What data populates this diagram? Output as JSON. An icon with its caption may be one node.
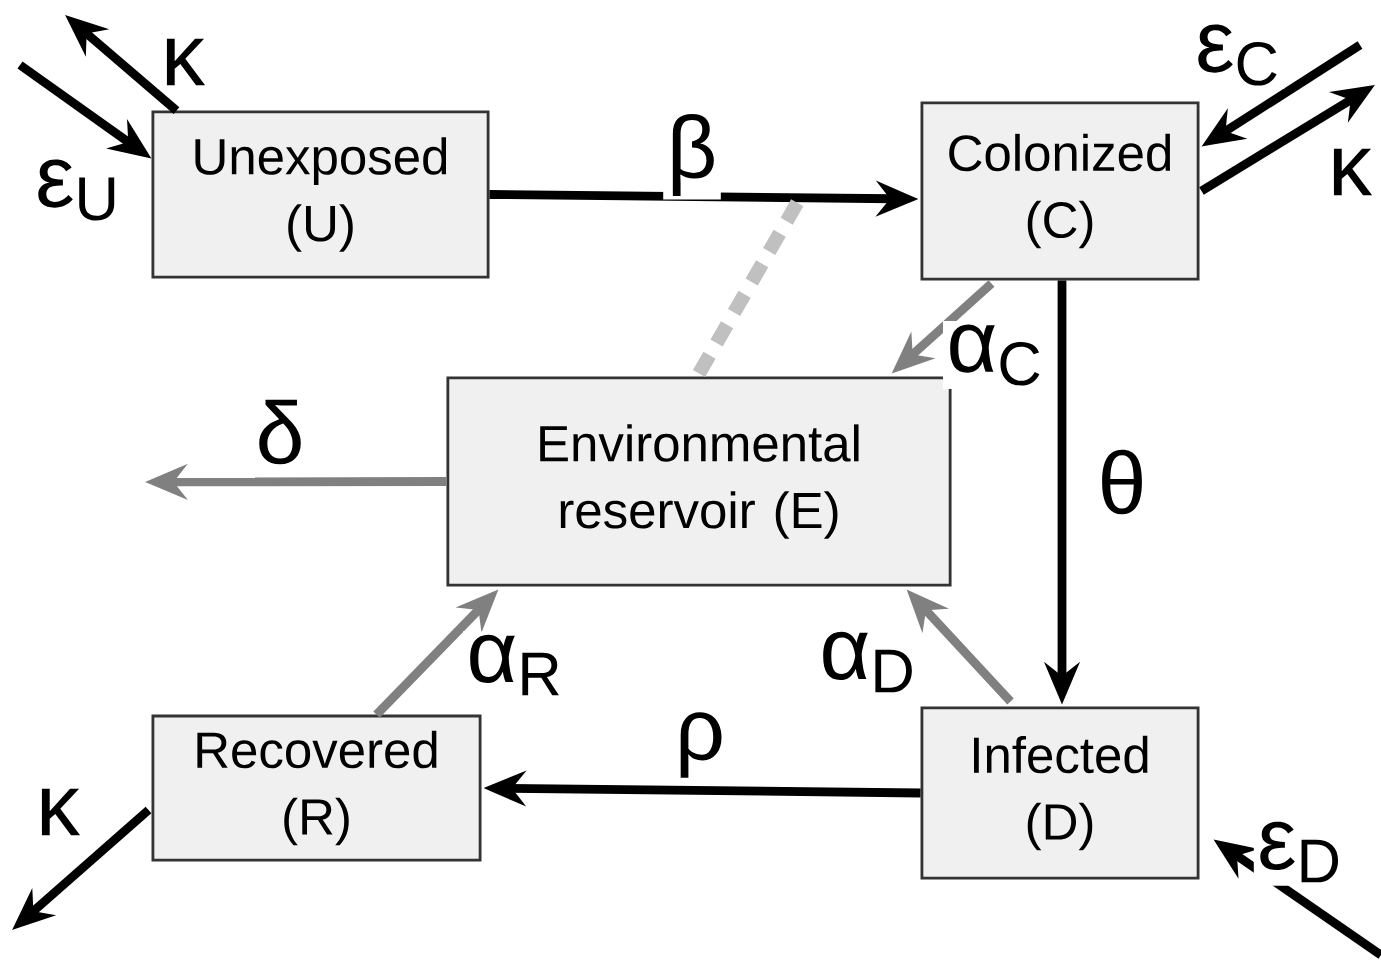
{
  "diagram": {
    "nodes": [
      {
        "text": [
          "Unexposed (U)"
        ]
      },
      {
        "text": [
          "Colonized (C)"
        ]
      },
      {
        "text": [
          "Environmental reservoir (E)"
        ]
      },
      {
        "text": [
          "Recovered (R)"
        ]
      },
      {
        "text": [
          "Infected (D)"
        ]
      }
    ],
    "edges": [
      {
        "from": null,
        "to": 0,
        "arrow": "to",
        "label": "ε$_{U}$"
      },
      {
        "from": 0,
        "to": null,
        "arrow": "to",
        "label": "κ"
      },
      {
        "from": 0,
        "to": 1,
        "arrow": "to",
        "label": "β"
      },
      {
        "from": 2,
        "to": null,
        "arrow": "none",
        "style": "dashed",
        "color": "#c0c0c0"
      },
      {
        "from": null,
        "to": 1,
        "arrow": "to",
        "label": "ε$_{C}$"
      },
      {
        "from": 1,
        "to": null,
        "arrow": "to",
        "label": "κ"
      },
      {
        "from": 1,
        "to": 2,
        "arrow": "to",
        "label": "α$_{C}$",
        "color": "#808080"
      },
      {
        "from": 1,
        "to": 4,
        "arrow": "to",
        "label": "θ"
      },
      {
        "from": 2,
        "to": null,
        "arrow": "to",
        "label": "δ",
        "color": "#808080"
      },
      {
        "from": 4,
        "to": 2,
        "arrow": "to",
        "label": "α$_{D}$",
        "color": "#808080"
      },
      {
        "from": 3,
        "to": 2,
        "arrow": "to",
        "label": "α$_{R}$",
        "color": "#808080"
      },
      {
        "from": 4,
        "to": 3,
        "arrow": "to",
        "label": "ρ"
      },
      {
        "from": 3,
        "to": null,
        "arrow": "to",
        "label": "κ"
      },
      {
        "from": null,
        "to": 4,
        "arrow": "to",
        "label": "ε$_{D}$"
      }
    ]
  }
}
